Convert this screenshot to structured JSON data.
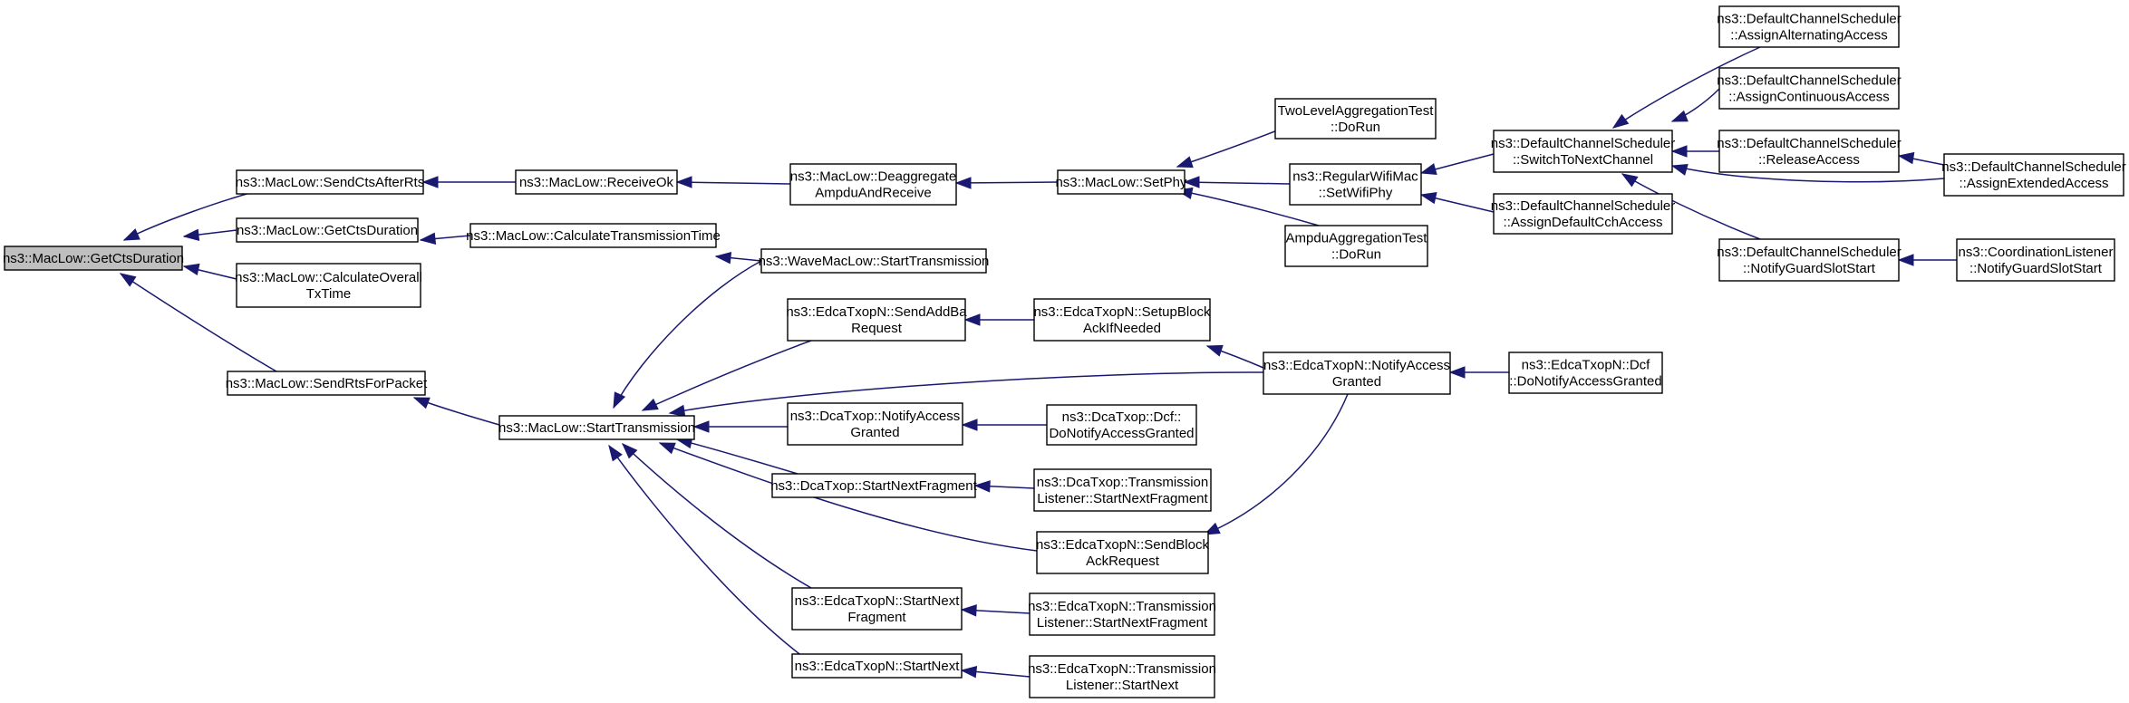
{
  "nodes": [
    {
      "id": "GetCtsDurationRoot",
      "lines": [
        "ns3::MacLow::GetCtsDuration"
      ],
      "root": true
    },
    {
      "id": "SendCtsAfterRts",
      "lines": [
        "ns3::MacLow::SendCtsAfterRts"
      ]
    },
    {
      "id": "GetCtsDuration2",
      "lines": [
        "ns3::MacLow::GetCtsDuration"
      ]
    },
    {
      "id": "CalculateOverallTxTime",
      "lines": [
        "ns3::MacLow::CalculateOverall",
        "TxTime"
      ]
    },
    {
      "id": "SendRtsForPacket",
      "lines": [
        "ns3::MacLow::SendRtsForPacket"
      ]
    },
    {
      "id": "ReceiveOk",
      "lines": [
        "ns3::MacLow::ReceiveOk"
      ]
    },
    {
      "id": "CalculateTransmissionTime",
      "lines": [
        "ns3::MacLow::CalculateTransmissionTime"
      ]
    },
    {
      "id": "StartTransmission",
      "lines": [
        "ns3::MacLow::StartTransmission"
      ]
    },
    {
      "id": "DeaggregateAmpdu",
      "lines": [
        "ns3::MacLow::Deaggregate",
        "AmpduAndReceive"
      ]
    },
    {
      "id": "WaveStartTransmission",
      "lines": [
        "ns3::WaveMacLow::StartTransmission"
      ]
    },
    {
      "id": "SendAddBaRequest",
      "lines": [
        "ns3::EdcaTxopN::SendAddBa",
        "Request"
      ]
    },
    {
      "id": "DcaNotifyAccessGranted",
      "lines": [
        "ns3::DcaTxop::NotifyAccess",
        "Granted"
      ]
    },
    {
      "id": "DcaStartNextFragment",
      "lines": [
        "ns3::DcaTxop::StartNextFragment"
      ]
    },
    {
      "id": "EdcaStartNextFragment",
      "lines": [
        "ns3::EdcaTxopN::StartNext",
        "Fragment"
      ]
    },
    {
      "id": "EdcaStartNext",
      "lines": [
        "ns3::EdcaTxopN::StartNext"
      ]
    },
    {
      "id": "SetPhy",
      "lines": [
        "ns3::MacLow::SetPhy"
      ]
    },
    {
      "id": "SetupBlockAck",
      "lines": [
        "ns3::EdcaTxopN::SetupBlock",
        "AckIfNeeded"
      ]
    },
    {
      "id": "DcaDoNotify",
      "lines": [
        "ns3::DcaTxop::Dcf::",
        "DoNotifyAccessGranted"
      ]
    },
    {
      "id": "DcaTransListener",
      "lines": [
        "ns3::DcaTxop::Transmission",
        "Listener::StartNextFragment"
      ]
    },
    {
      "id": "SendBlockAckRequest",
      "lines": [
        "ns3::EdcaTxopN::SendBlock",
        "AckRequest"
      ]
    },
    {
      "id": "EdcaTransListenerFrag",
      "lines": [
        "ns3::EdcaTxopN::Transmission",
        "Listener::StartNextFragment"
      ]
    },
    {
      "id": "EdcaTransListenerNext",
      "lines": [
        "ns3::EdcaTxopN::Transmission",
        "Listener::StartNext"
      ]
    },
    {
      "id": "TwoLevelTest",
      "lines": [
        "TwoLevelAggregationTest",
        "::DoRun"
      ]
    },
    {
      "id": "SetWifiPhy",
      "lines": [
        "ns3::RegularWifiMac",
        "::SetWifiPhy"
      ]
    },
    {
      "id": "AmpduTest",
      "lines": [
        "AmpduAggregationTest",
        "::DoRun"
      ]
    },
    {
      "id": "EdcaNotifyAccessGranted",
      "lines": [
        "ns3::EdcaTxopN::NotifyAccess",
        "Granted"
      ]
    },
    {
      "id": "SwitchToNextChannel",
      "lines": [
        "ns3::DefaultChannelScheduler",
        "::SwitchToNextChannel"
      ]
    },
    {
      "id": "AssignDefaultCch",
      "lines": [
        "ns3::DefaultChannelScheduler",
        "::AssignDefaultCchAccess"
      ]
    },
    {
      "id": "EdcaDcfDoNotify",
      "lines": [
        "ns3::EdcaTxopN::Dcf",
        "::DoNotifyAccessGranted"
      ]
    },
    {
      "id": "AssignAlternating",
      "lines": [
        "ns3::DefaultChannelScheduler",
        "::AssignAlternatingAccess"
      ]
    },
    {
      "id": "AssignContinuous",
      "lines": [
        "ns3::DefaultChannelScheduler",
        "::AssignContinuousAccess"
      ]
    },
    {
      "id": "ReleaseAccess",
      "lines": [
        "ns3::DefaultChannelScheduler",
        "::ReleaseAccess"
      ]
    },
    {
      "id": "NotifyGuardSlotStart",
      "lines": [
        "ns3::DefaultChannelScheduler",
        "::NotifyGuardSlotStart"
      ]
    },
    {
      "id": "AssignExtended",
      "lines": [
        "ns3::DefaultChannelScheduler",
        "::AssignExtendedAccess"
      ]
    },
    {
      "id": "CoordListener",
      "lines": [
        "ns3::CoordinationListener",
        "::NotifyGuardSlotStart"
      ]
    }
  ]
}
